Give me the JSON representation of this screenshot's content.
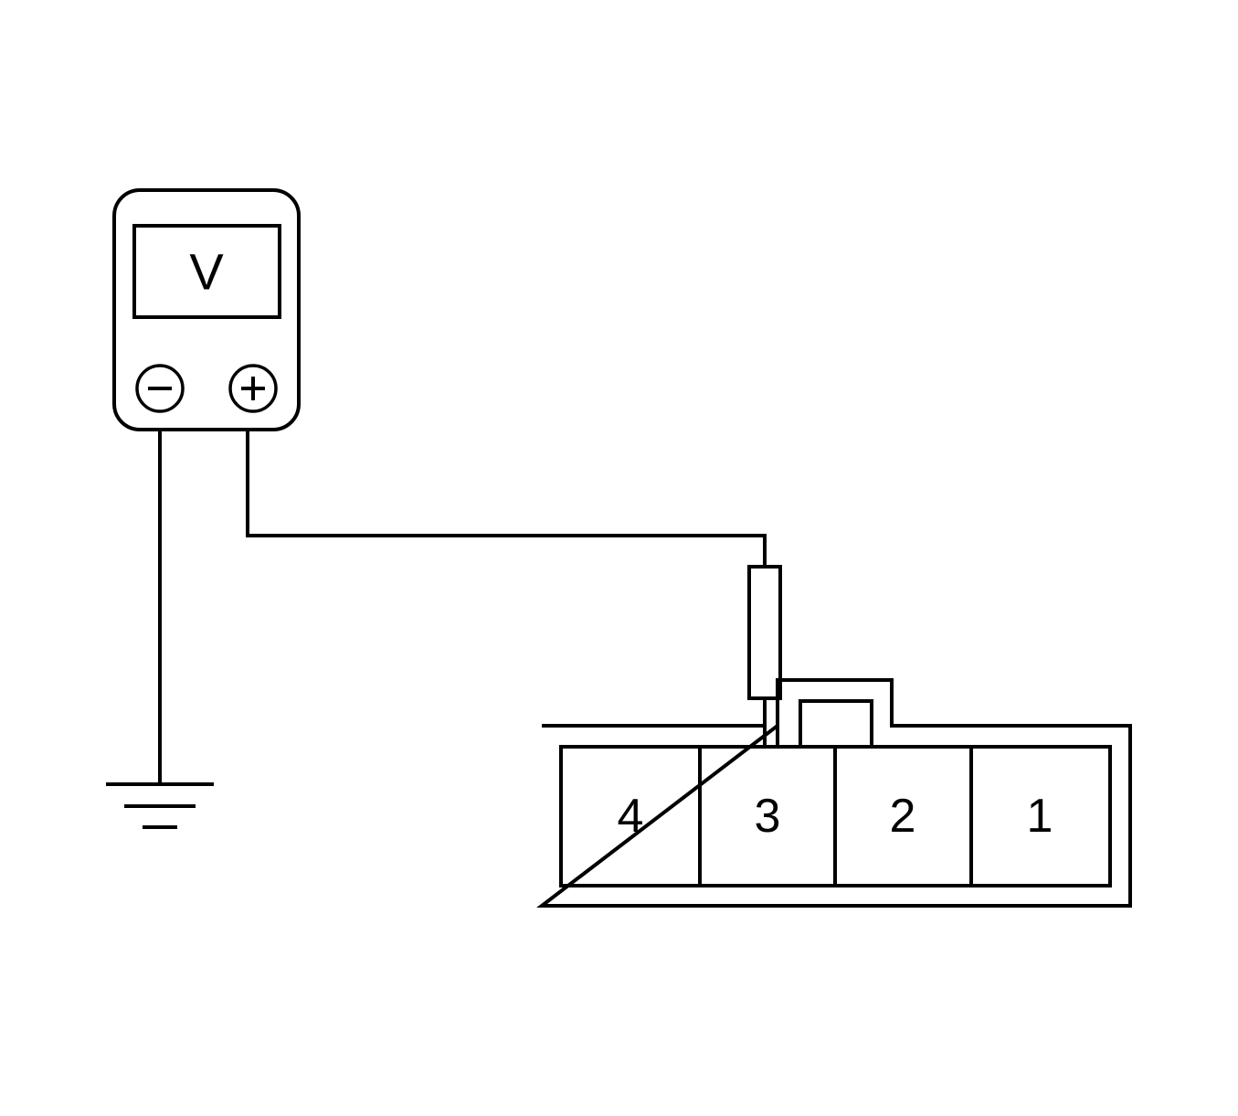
{
  "meter": {
    "display_text": "V",
    "negative_symbol": "−",
    "positive_symbol": "+"
  },
  "connector": {
    "pins": [
      "4",
      "3",
      "2",
      "1"
    ],
    "probed_pin": "3"
  },
  "ground": {
    "icon": "ground-symbol-icon"
  }
}
